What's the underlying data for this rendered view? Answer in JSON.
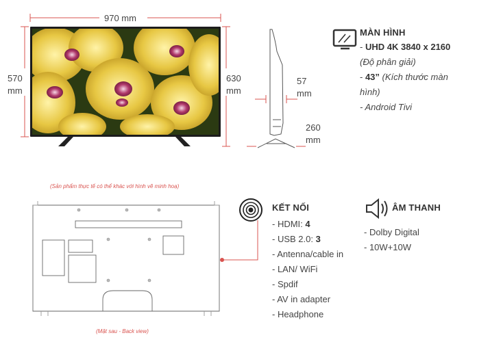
{
  "front": {
    "width_label": "970 mm",
    "height_label": "570\nmm",
    "total_height_label": "630\nmm"
  },
  "side": {
    "depth_label": "57\nmm",
    "stand_depth_label": "260\nmm"
  },
  "back_note": "(Sản phẩm thực tế có thể khác với hình vẽ minh hoạ)",
  "back_caption": "(Mặt sau - Back view)",
  "screen_section": {
    "title": "MÀN HÌNH",
    "icon": "monitor-icon",
    "resolution_prefix": "- ",
    "resolution": "UHD 4K 3840 x 2160",
    "resolution_note": "(Độ phân giải)",
    "size_prefix": "- ",
    "size": "43”",
    "size_note_line1": " (Kích thước màn",
    "size_note_line2": "hình)",
    "os": "- Android Tivi"
  },
  "connect_section": {
    "title": "KẾT NỐI",
    "icon": "wireless-signal-icon",
    "hdmi_label": "- HDMI: ",
    "hdmi_value": "4",
    "usb_label": "- USB 2.0: ",
    "usb_value": "3",
    "items": [
      "- Antenna/cable in",
      "- LAN/ WiFi",
      "- Spdif",
      "- AV in adapter",
      "- Headphone"
    ]
  },
  "sound_section": {
    "title": "ÂM THANH",
    "icon": "speaker-icon",
    "items": [
      "- Dolby Digital",
      "- 10W+10W"
    ]
  },
  "colors": {
    "accent": "#d9534f",
    "outline": "#555555",
    "flower": "#e8c94a",
    "petal_center": "#9b2d5a"
  }
}
